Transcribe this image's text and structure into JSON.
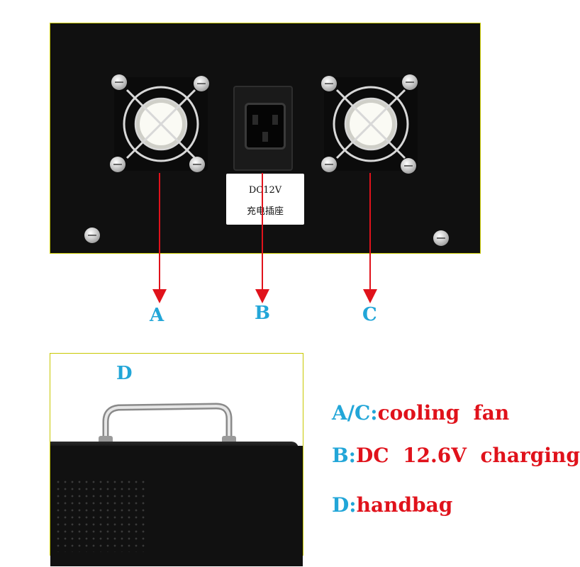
{
  "colors": {
    "letter": "#22a6d8",
    "description": "#e0121b",
    "arrow": "#e0121b",
    "panel": "#101010"
  },
  "panel_sticker": {
    "line1": "DC12V",
    "line2": "充电插座"
  },
  "callouts": {
    "a": "A",
    "b": "B",
    "c": "C",
    "d": "D"
  },
  "legend": [
    {
      "key": "A/C:",
      "value": "cooling  fan"
    },
    {
      "key": "B:",
      "value": "DC  12.6V  charging"
    },
    {
      "key": "D:",
      "value": "handbag"
    }
  ],
  "icons": {
    "fan_left": "cooling-fan-icon",
    "fan_right": "cooling-fan-icon",
    "socket": "power-socket-icon",
    "handle": "handle-icon"
  }
}
